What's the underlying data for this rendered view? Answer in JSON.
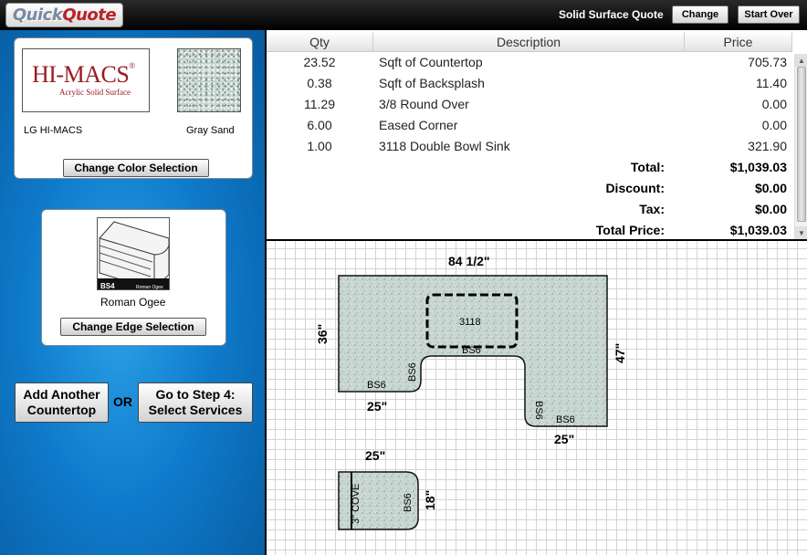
{
  "header": {
    "logo_part1": "Quick",
    "logo_part2": "Quote",
    "title": "Solid Surface Quote",
    "change_label": "Change",
    "start_over_label": "Start Over"
  },
  "color_selection": {
    "brand_name": "HI-MACS",
    "brand_reg": "®",
    "brand_sub": "Acrylic Solid Surface",
    "manufacturer": "LG HI-MACS",
    "color_name": "Gray Sand",
    "button_label": "Change Color Selection"
  },
  "edge_selection": {
    "code": "BS4",
    "thumb_caption": "Roman Ogee",
    "edge_name": "Roman Ogee",
    "button_label": "Change Edge Selection"
  },
  "actions": {
    "add_countertop_line1": "Add Another",
    "add_countertop_line2": "Countertop",
    "or_label": "OR",
    "next_step_line1": "Go to Step 4:",
    "next_step_line2": "Select Services"
  },
  "quote_table": {
    "columns": [
      "Qty",
      "Description",
      "Price"
    ],
    "rows": [
      {
        "qty": "23.52",
        "description": "Sqft of Countertop",
        "price": "705.73"
      },
      {
        "qty": "0.38",
        "description": "Sqft of Backsplash",
        "price": "11.40"
      },
      {
        "qty": "11.29",
        "description": "3/8 Round Over",
        "price": "0.00"
      },
      {
        "qty": "6.00",
        "description": "Eased Corner",
        "price": "0.00"
      },
      {
        "qty": "1.00",
        "description": "3118 Double Bowl Sink",
        "price": "321.90"
      }
    ],
    "totals": [
      {
        "label": "Total:",
        "value": "$1,039.03"
      },
      {
        "label": "Discount:",
        "value": "$0.00"
      },
      {
        "label": "Tax:",
        "value": "$0.00"
      },
      {
        "label": "Total Price:",
        "value": "$1,039.03"
      }
    ]
  },
  "drawing": {
    "top_width": "84 1/2\"",
    "left_height": "36\"",
    "right_height": "47\"",
    "left_leg_width": "25\"",
    "right_leg_width": "25\"",
    "sink_label": "3118",
    "bs_labels": [
      "BS6",
      "BS6",
      "BS6",
      "BS6",
      "BS6"
    ],
    "island_width": "25\"",
    "island_height": "18\"",
    "island_bs": "BS6",
    "island_cove": "3\" COVE"
  },
  "colors": {
    "accent_blue": "#0f7bcc",
    "brand_red": "#9b1b24",
    "granite": "#c4d4cf"
  }
}
